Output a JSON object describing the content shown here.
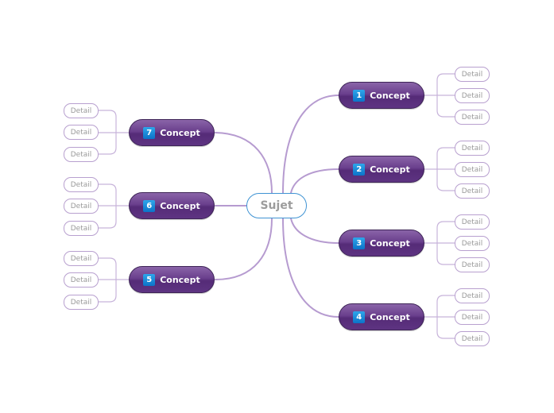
{
  "central": {
    "label": "Sujet"
  },
  "concepts": [
    {
      "number": "1",
      "label": "Concept",
      "details": [
        "Detail",
        "Detail",
        "Detail"
      ]
    },
    {
      "number": "2",
      "label": "Concept",
      "details": [
        "Detail",
        "Detail",
        "Detail"
      ]
    },
    {
      "number": "3",
      "label": "Concept",
      "details": [
        "Detail",
        "Detail",
        "Detail"
      ]
    },
    {
      "number": "4",
      "label": "Concept",
      "details": [
        "Detail",
        "Detail",
        "Detail"
      ]
    },
    {
      "number": "5",
      "label": "Concept",
      "details": [
        "Detail",
        "Detail",
        "Detail"
      ]
    },
    {
      "number": "6",
      "label": "Concept",
      "details": [
        "Detail",
        "Detail",
        "Detail"
      ]
    },
    {
      "number": "7",
      "label": "Concept",
      "details": [
        "Detail",
        "Detail",
        "Detail"
      ]
    }
  ],
  "colors": {
    "branch_line": "#b69bd0",
    "concept_fill": "#6a3f8d",
    "badge_fill": "#1a8ad8",
    "central_border": "#3f93d3"
  }
}
